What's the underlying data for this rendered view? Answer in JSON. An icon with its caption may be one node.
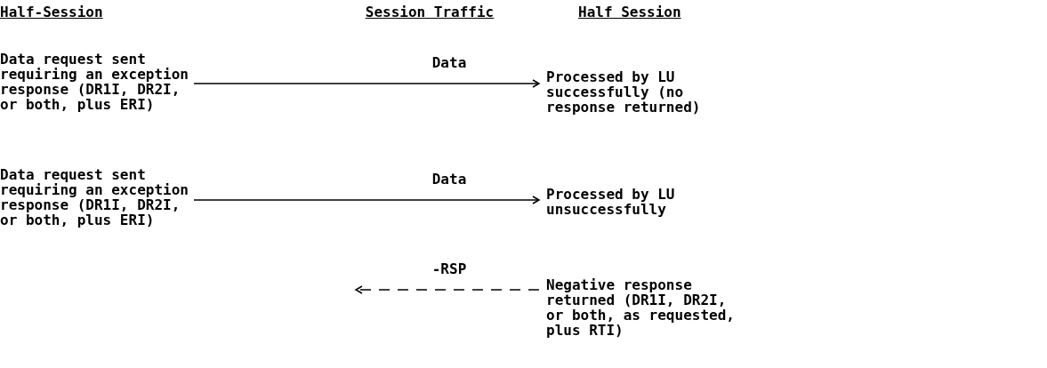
{
  "diagram": {
    "nodes": [
      {
        "text": [
          "Data request sent requiring an exception response (DR1I, DR2I, or both, plus ERI)"
        ]
      },
      {
        "text": [
          "Processed by LU successfully (no response returned)"
        ]
      },
      {
        "text": [
          "Data request sent requiring an exception response (DR1I, DR2I, or both, plus ERI)"
        ]
      },
      {
        "text": [
          "Processed by LU unsuccessfully"
        ]
      },
      {
        "text": [
          "Negative response returned (DR1I, DR2I, or both, as requested, plus RTI)"
        ]
      }
    ],
    "edges": [
      {
        "from": 0,
        "to": 1,
        "arrow": "to",
        "label": "Data"
      },
      {
        "from": 2,
        "to": 3,
        "arrow": "to",
        "label": "Data"
      },
      {
        "from": 4,
        "to": null,
        "arrow": "to",
        "label": "-RSP",
        "style": "dashed"
      }
    ],
    "labels": [
      "Half-Session",
      "Session Traffic",
      "Half Session"
    ]
  }
}
